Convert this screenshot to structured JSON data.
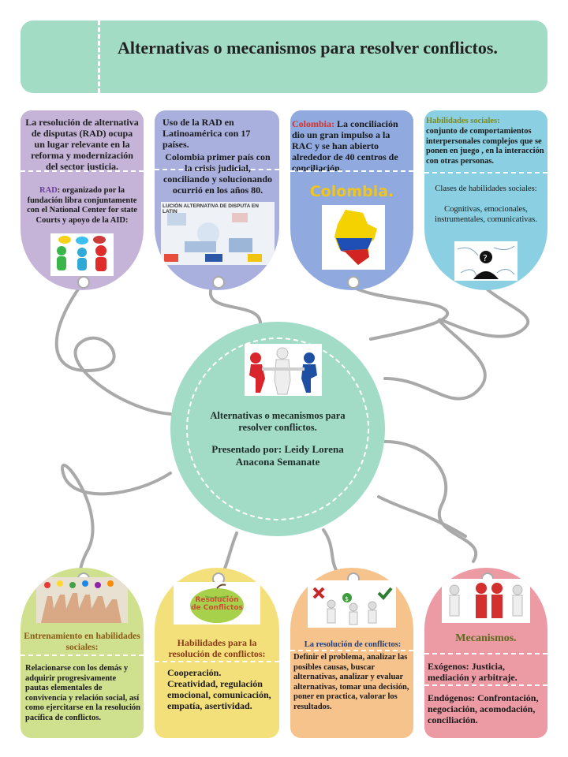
{
  "title": "Alternativas o mecanismos para resolver conflictos.",
  "center": {
    "title": "Alternativas o mecanismos para resolver conflictos.",
    "presenter": "Presentado por: Leidy Lorena Anacona Semanate"
  },
  "cards_top": [
    {
      "main": "La resolución de alternativa de disputas (RAD) ocupa un lugar relevante en la reforma y modernización del sector justicia.",
      "sub_label": "RAD",
      "sub_text": ": organizado por la fundación libra conjuntamente con el National Center for state Courts y apoyo de la AID:"
    },
    {
      "p1": "Uso de la RAD en Latinoamérica con 17 países.",
      "p2": "Colombia primer país con la crisis judicial, conciliando y solucionando ocurrió en los años 80.",
      "img_caption": "LUCIÓN ALTERNATIVA DE DISPUTA EN LATIN"
    },
    {
      "label": "Colombia:",
      "text": " La conciliación dio un gran impulso a la RAC y se han abierto alrededor de 40 centros de conciliación.",
      "big_word": "Colombia."
    },
    {
      "label": "Habilidades sociales:",
      "text": "conjunto de comportamientos interpersonales complejos que se ponen en juego , en la interacción con otras personas.",
      "sub_title": "Clases de habilidades sociales:",
      "sub_text": "Cognitivas, emocionales, instrumentales, comunicativas."
    }
  ],
  "cards_bottom": [
    {
      "heading": "Entrenamiento en habilidades sociales:",
      "text": "Relacionarse con los demás y adquirir progresivamente pautas elementales de convivencia y relación social, así como ejercitarse en la resolución pacífica de conflictos."
    },
    {
      "heading": "Habilidades para la resolución de conflictos:",
      "text": "Cooperación. Creatividad, regulación emocional, comunicación, empatía, asertividad.",
      "img_text": "Resolución de Conflictos"
    },
    {
      "heading": "La resolución de conflictos:",
      "text": "Definir el problema, analizar las posibles causas, buscar alternativas, analizar y evaluar alternativas, tomar una decisión, poner en practica, valorar los resultados."
    },
    {
      "heading": "Mecanismos.",
      "p1": "Exógenos: Justicia, mediación y arbitraje.",
      "p2": "Endógenos: Confrontación, negociación, acomodación, conciliación."
    }
  ],
  "colors": {
    "title_bg": "#a3dcc4",
    "center_bg": "#a2dcc6",
    "card1": "#c5b4d8",
    "card2": "#aab0de",
    "card3": "#90a9df",
    "card4": "#8bcfe2",
    "card5": "#cfe08f",
    "card6": "#f4e07a",
    "card7": "#f7c38d",
    "card8": "#ec9aa4",
    "label_red": "#d0342c",
    "label_olive": "#7a8b23",
    "label_brown": "#8a5a17",
    "heading_purple": "#6b3f9a"
  }
}
